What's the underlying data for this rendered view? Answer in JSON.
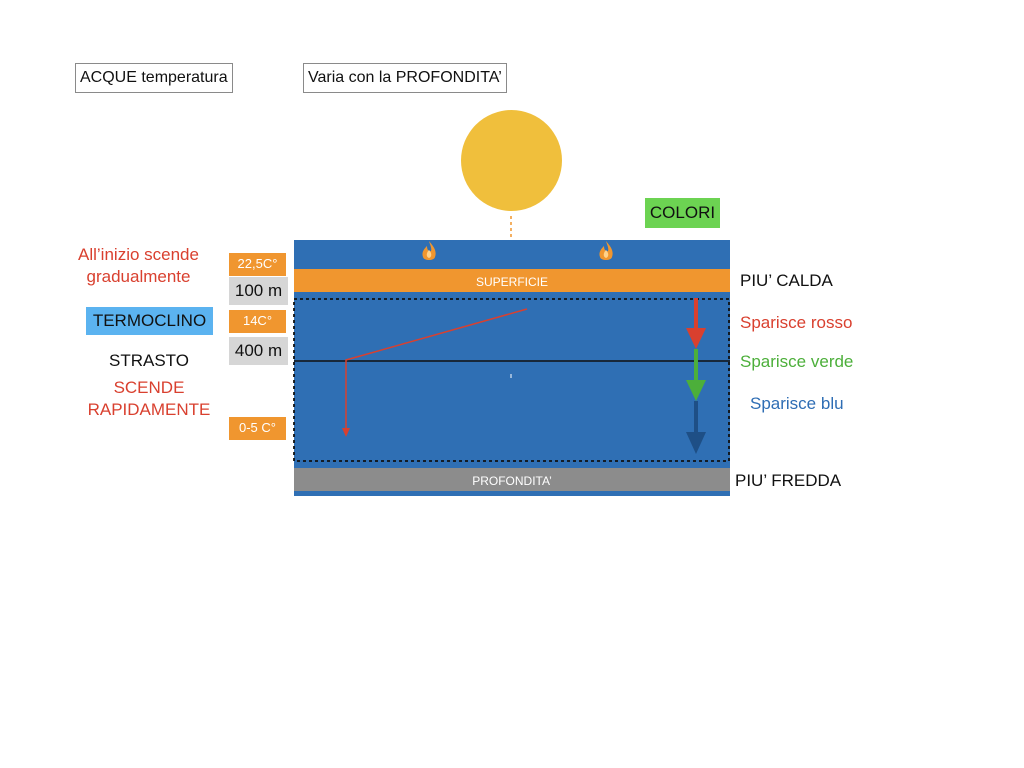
{
  "header": {
    "title": "ACQUE temperatura",
    "subtitle": "Varia con  la PROFONDITA’"
  },
  "colori_label": "COLORI",
  "left": {
    "gradual": [
      "All’inizio scende",
      "gradualmente"
    ],
    "termoclino": "TERMOCLINO",
    "strato": "STRASTO",
    "rapid": [
      "SCENDE",
      "RAPIDAMENTE"
    ]
  },
  "temps": {
    "top": "22,5C°",
    "mid": "14C°",
    "bottom": "0-5 C°"
  },
  "depths": {
    "d1": "100 m",
    "d2": "400 m"
  },
  "bands": {
    "surface": "SUPERFICIE",
    "deep": "PROFONDITA’"
  },
  "right": {
    "warm": "PIU’ CALDA",
    "red_loss": "Sparisce rosso",
    "green_loss": "Sparisce verde",
    "blue_loss": "Sparisce blu",
    "cold": "PIU’ FREDDA"
  },
  "colors": {
    "sun": "#f0bf3c",
    "water": "#2f6fb4",
    "surface_band": "#f0962f",
    "deep_band": "#8c8c8c",
    "termoclino_bg": "#5bb3f0",
    "colori_bg": "#6cd352",
    "red_arrow": "#d9402f",
    "green_arrow": "#4caf3a",
    "blue_arrow": "#1e4f86"
  },
  "icons": [
    "sun-icon",
    "flame-icon"
  ]
}
